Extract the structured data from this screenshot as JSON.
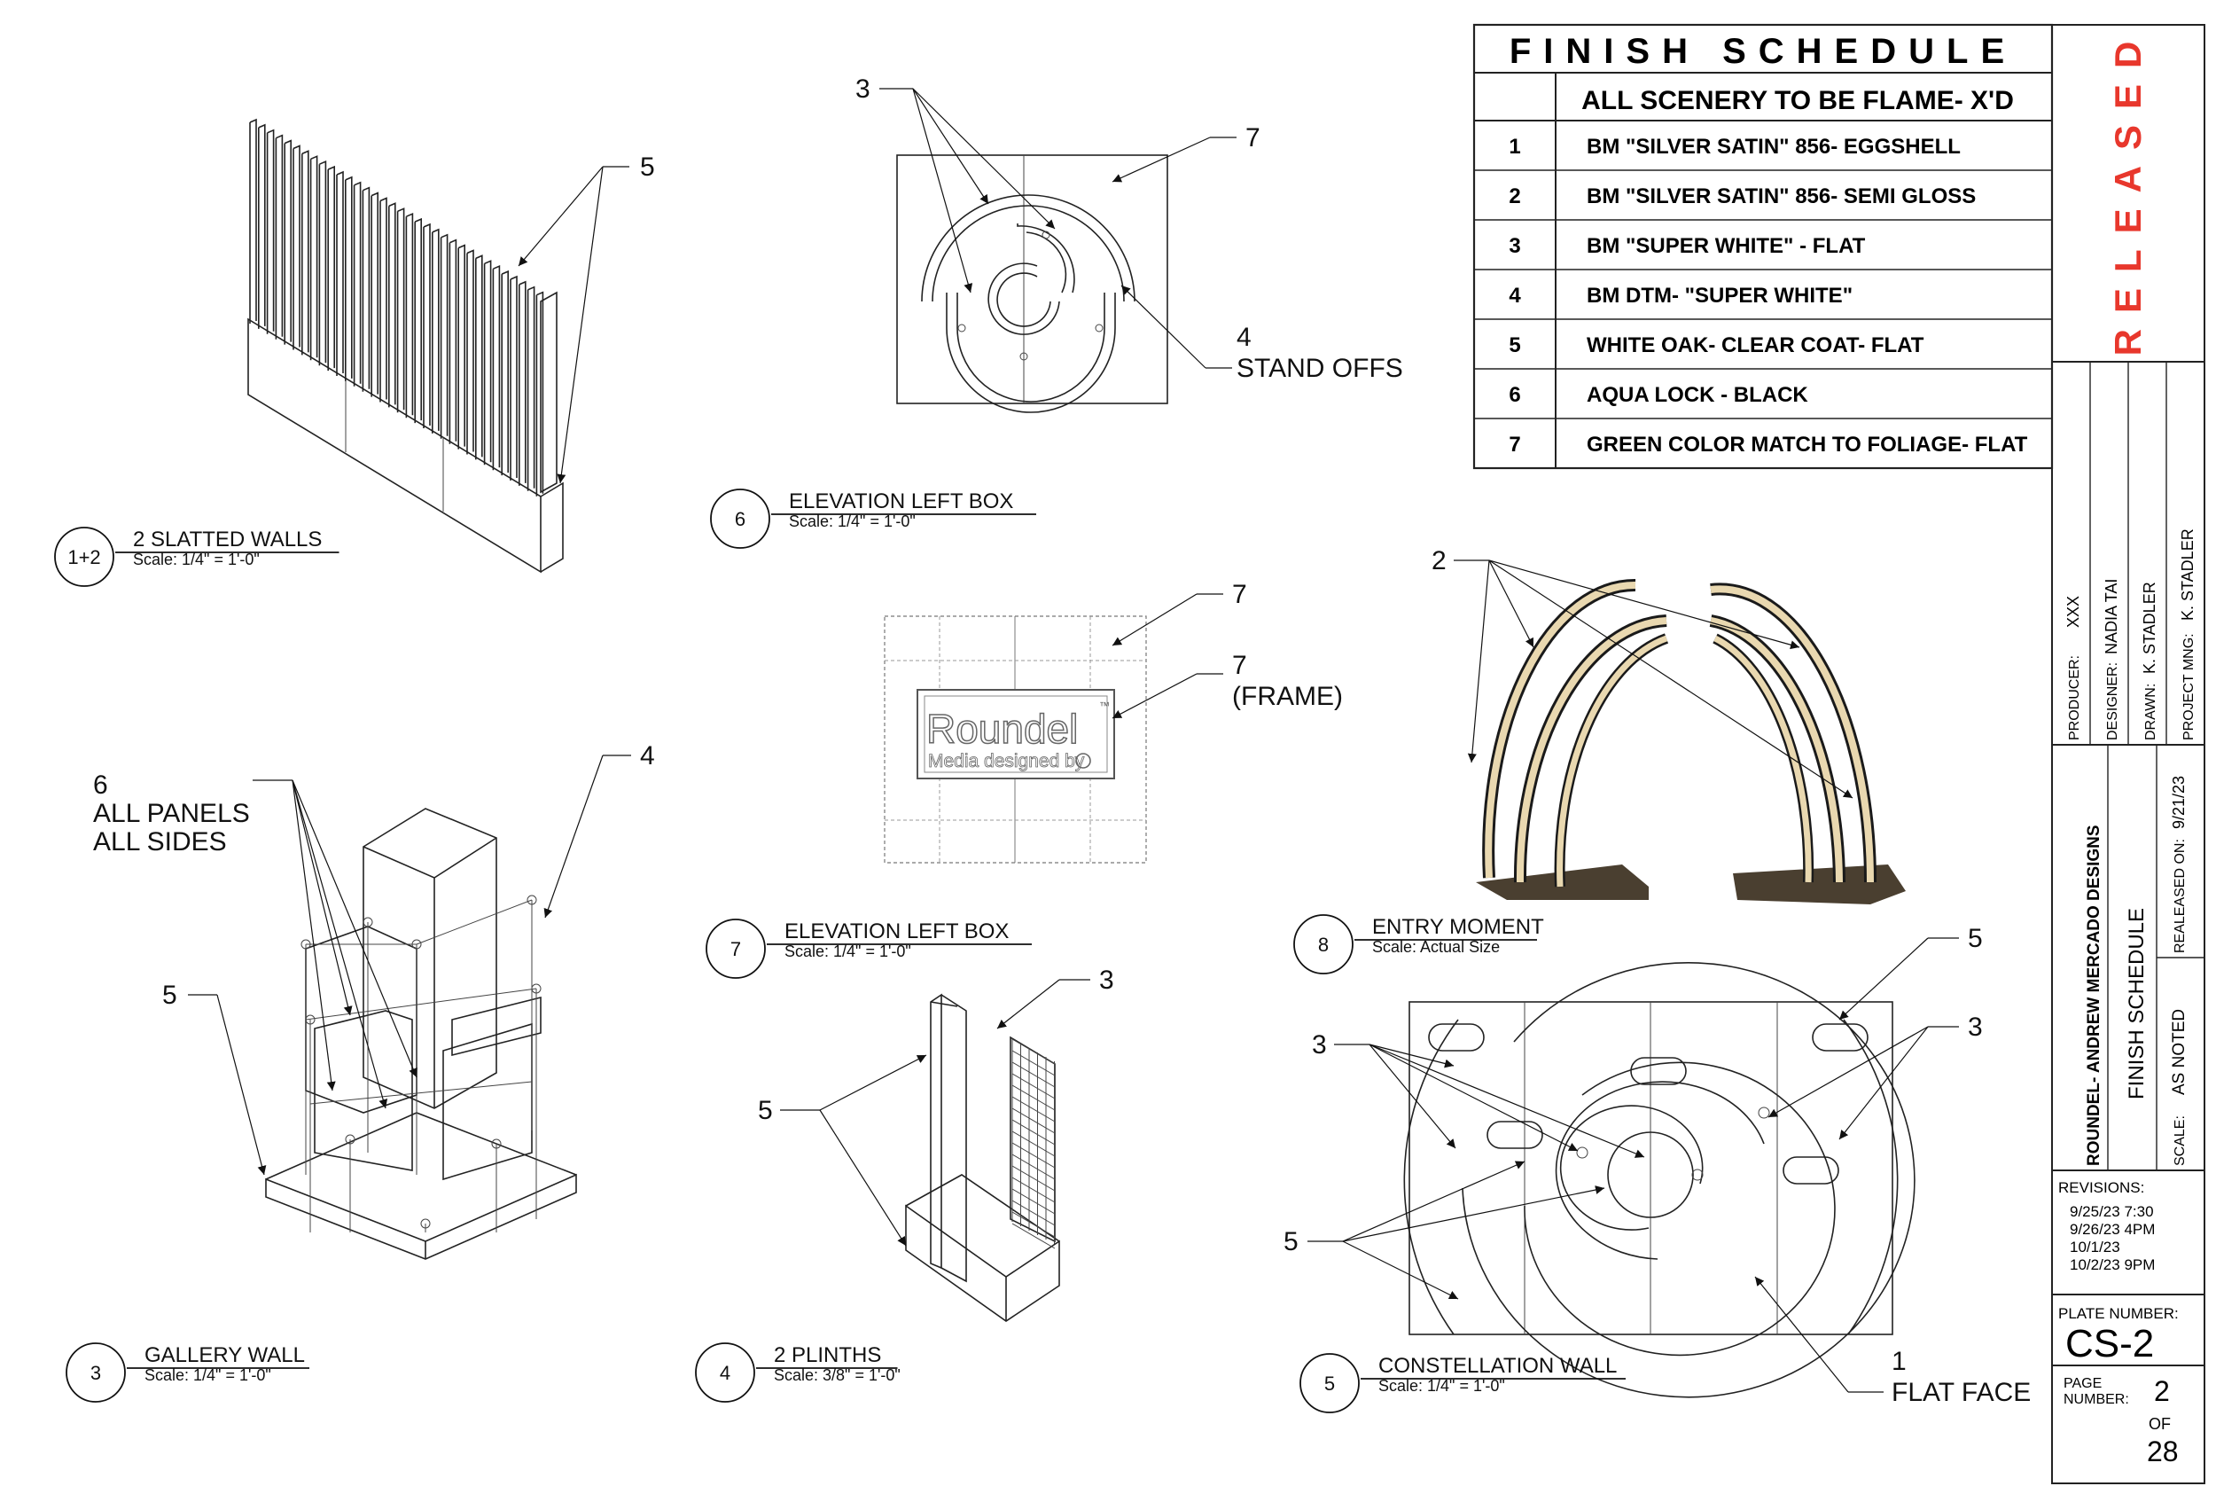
{
  "views": [
    {
      "num": "1+2",
      "title": "2 SLATTED WALLS",
      "scale": "Scale: 1/4\" = 1'-0\""
    },
    {
      "num": "6",
      "title": "ELEVATION LEFT BOX",
      "scale": "Scale: 1/4\" = 1'-0\""
    },
    {
      "num": "7",
      "title": "ELEVATION LEFT BOX",
      "scale": "Scale: 1/4\" = 1'-0\""
    },
    {
      "num": "8",
      "title": "ENTRY MOMENT",
      "scale": "Scale: Actual Size"
    },
    {
      "num": "3",
      "title": "GALLERY WALL",
      "scale": "Scale: 1/4\" = 1'-0\""
    },
    {
      "num": "4",
      "title": "2 PLINTHS",
      "scale": "Scale: 3/8\" = 1'-0\""
    },
    {
      "num": "5",
      "title": "CONSTELLATION WALL",
      "scale": "Scale: 1/4\" = 1'-0\""
    }
  ],
  "callouts": {
    "slat_5": "5",
    "elev6_3": "3",
    "elev6_7": "7",
    "elev6_4": "4",
    "elev6_standoffs": "STAND OFFS",
    "elev7_7a": "7",
    "elev7_7b": "7",
    "elev7_frame": "(FRAME)",
    "logo_word": "Roundel",
    "logo_sub": "Media designed by",
    "logo_tm": "™",
    "entry_2": "2",
    "gallery_6": "6",
    "gallery_panels": "ALL PANELS",
    "gallery_sides": "ALL SIDES",
    "gallery_4": "4",
    "gallery_5": "5",
    "plinth_3": "3",
    "plinth_5": "5",
    "const_5a": "5",
    "const_3a": "3",
    "const_3b": "3",
    "const_5b": "5",
    "const_1": "1",
    "const_flat": "FLAT FACE"
  },
  "finish_schedule": {
    "title": "FINISH SCHEDULE",
    "subtitle": "ALL SCENERY TO BE FLAME- X'D",
    "rows": [
      {
        "num": "1",
        "desc": "BM \"SILVER SATIN\" 856- EGGSHELL"
      },
      {
        "num": "2",
        "desc": "BM \"SILVER SATIN\" 856- SEMI GLOSS"
      },
      {
        "num": "3",
        "desc": "BM \"SUPER WHITE\" - FLAT"
      },
      {
        "num": "4",
        "desc": "BM DTM- \"SUPER WHITE\""
      },
      {
        "num": "5",
        "desc": "WHITE OAK- CLEAR COAT- FLAT"
      },
      {
        "num": "6",
        "desc": "AQUA LOCK - BLACK"
      },
      {
        "num": "7",
        "desc": "GREEN COLOR MATCH TO FOLIAGE- FLAT"
      }
    ]
  },
  "title_block": {
    "status": "RELEASED",
    "status_color": "#e8372c",
    "producer_label": "PRODUCER:",
    "producer": "XXX",
    "designer_label": "DESIGNER:",
    "designer": "NADIA TAI",
    "drawn_label": "DRAWN:",
    "drawn": "K. STADLER",
    "pm_label": "PROJECT MNG:",
    "pm": "K. STADLER",
    "company": "ROUNDEL- ANDREW MERCADO DESIGNS",
    "sheet_title": "FINISH SCHEDULE",
    "released_label": "REALEASED ON:",
    "released": "9/21/23",
    "scale_label": "SCALE:",
    "scale": "AS NOTED",
    "revisions_label": "REVISIONS:",
    "revisions": [
      "9/25/23 7:30",
      "9/26/23 4PM",
      "10/1/23",
      "10/2/23 9PM"
    ],
    "plate_label": "PLATE NUMBER:",
    "plate": "CS-2",
    "page_label_1": "PAGE",
    "page_label_2": "NUMBER:",
    "page": "2",
    "of_label": "OF",
    "total": "28"
  }
}
